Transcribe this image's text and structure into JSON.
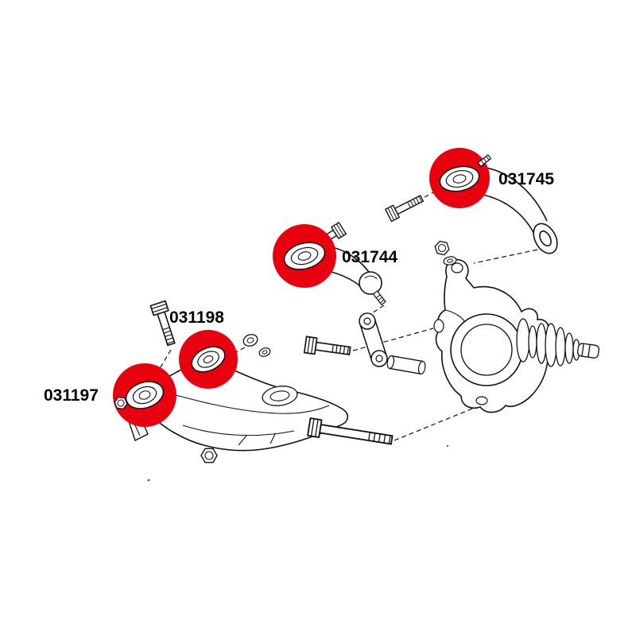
{
  "diagram": {
    "name": "rear-suspension-exploded-parts-diagram",
    "background_color": "#ffffff",
    "line_color": "#111111",
    "highlight_color": "#e8000f",
    "parts": [
      {
        "label": "031745"
      },
      {
        "label": "031744"
      },
      {
        "label": "031198"
      },
      {
        "label": "031197"
      }
    ]
  }
}
